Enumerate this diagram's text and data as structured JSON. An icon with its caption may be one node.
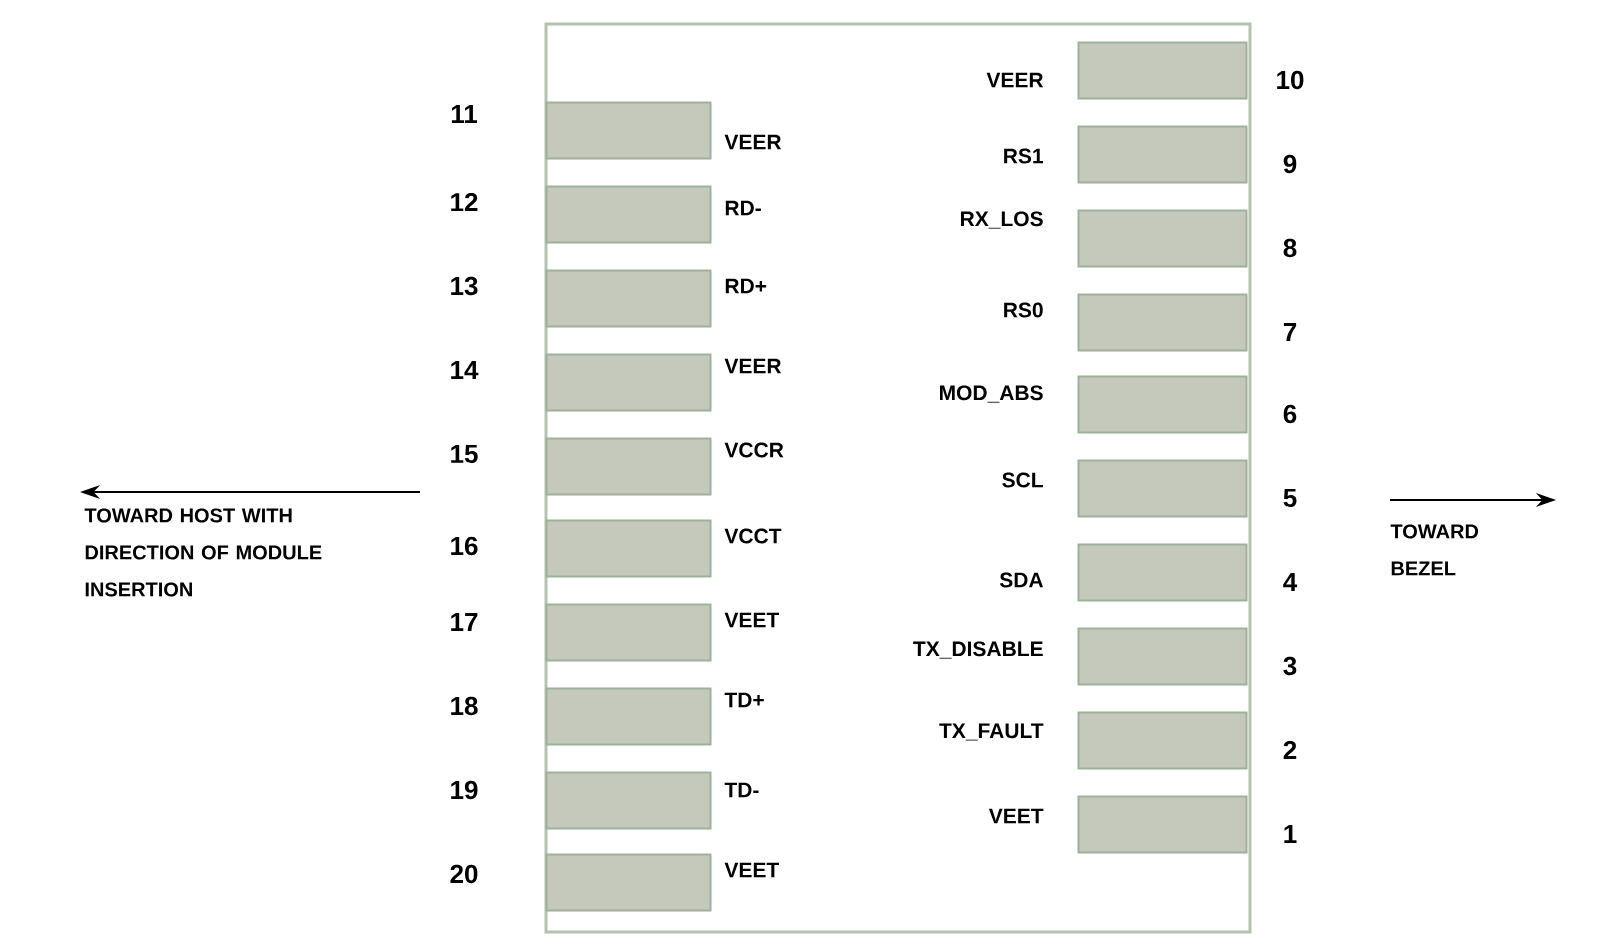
{
  "diagram": {
    "nodes": [
      {
        "text": [],
        "shape": "box"
      },
      {
        "text": [],
        "shape": "box",
        "in": 0,
        "beside": [
          "11",
          "VEER"
        ]
      },
      {
        "text": [],
        "shape": "box",
        "in": 0,
        "beside": [
          "12",
          "RD-"
        ]
      },
      {
        "text": [],
        "shape": "box",
        "in": 0,
        "beside": [
          "13",
          "RD+"
        ]
      },
      {
        "text": [],
        "shape": "box",
        "in": 0,
        "beside": [
          "14",
          "VEER"
        ]
      },
      {
        "text": [],
        "shape": "box",
        "in": 0,
        "beside": [
          "15",
          "VCCR"
        ]
      },
      {
        "text": [],
        "shape": "box",
        "in": 0,
        "beside": [
          "16",
          "VCCT"
        ]
      },
      {
        "text": [],
        "shape": "box",
        "in": 0,
        "beside": [
          "17",
          "VEET"
        ]
      },
      {
        "text": [],
        "shape": "box",
        "in": 0,
        "beside": [
          "18",
          "TD+"
        ]
      },
      {
        "text": [],
        "shape": "box",
        "in": 0,
        "beside": [
          "19",
          "TD-"
        ]
      },
      {
        "text": [],
        "shape": "box",
        "in": 0,
        "beside": [
          "20",
          "VEET"
        ]
      },
      {
        "text": [],
        "shape": "box",
        "in": 0,
        "beside": [
          "10",
          "VEER"
        ]
      },
      {
        "text": [],
        "shape": "box",
        "in": 0,
        "beside": [
          "9",
          "RS1"
        ]
      },
      {
        "text": [],
        "shape": "box",
        "in": 0,
        "beside": [
          "8",
          "RX_LOS"
        ]
      },
      {
        "text": [],
        "shape": "box",
        "in": 0,
        "beside": [
          "7",
          "RS0"
        ]
      },
      {
        "text": [],
        "shape": "box",
        "in": 0,
        "beside": [
          "6",
          "MOD_ABS"
        ]
      },
      {
        "text": [],
        "shape": "box",
        "in": 0,
        "beside": [
          "5",
          "SCL"
        ]
      },
      {
        "text": [],
        "shape": "box",
        "in": 0,
        "beside": [
          "4",
          "SDA"
        ]
      },
      {
        "text": [],
        "shape": "box",
        "in": 0,
        "beside": [
          "3",
          "TX_DISABLE"
        ]
      },
      {
        "text": [],
        "shape": "box",
        "in": 0,
        "beside": [
          "2",
          "TX_FAULT"
        ]
      },
      {
        "text": [],
        "shape": "box",
        "in": 0,
        "beside": [
          "1",
          "VEET"
        ]
      }
    ],
    "labels": [
      "TOWARD HOST WITH DIRECTION OF MODULE INSERTION",
      "TOWARD BEZEL"
    ]
  }
}
